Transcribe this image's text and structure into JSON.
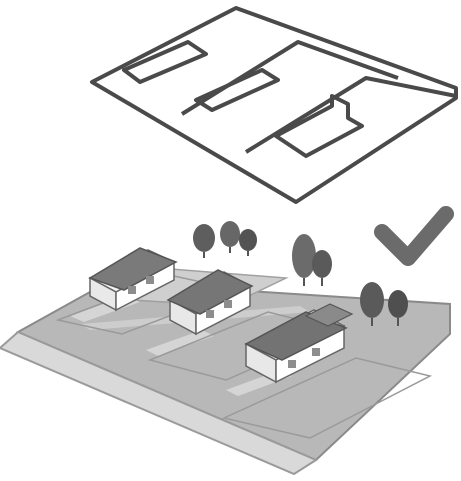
{
  "diagram": {
    "top_panel": {
      "kind": "plot-plan-outline",
      "plots": 3,
      "building_footprints": 3
    },
    "bottom_panel": {
      "kind": "isometric-neighbourhood",
      "houses": 3,
      "trees": "several"
    },
    "status_icon": {
      "name": "checkmark-icon",
      "color": "#6b6b6b"
    },
    "colors": {
      "line": "#4a4a4a",
      "ground": "#b8b8b8",
      "road": "#d9d9d9",
      "roof": "#7a7a7a",
      "wall": "#f3f3f3",
      "tree": "#5e5e5e"
    }
  }
}
